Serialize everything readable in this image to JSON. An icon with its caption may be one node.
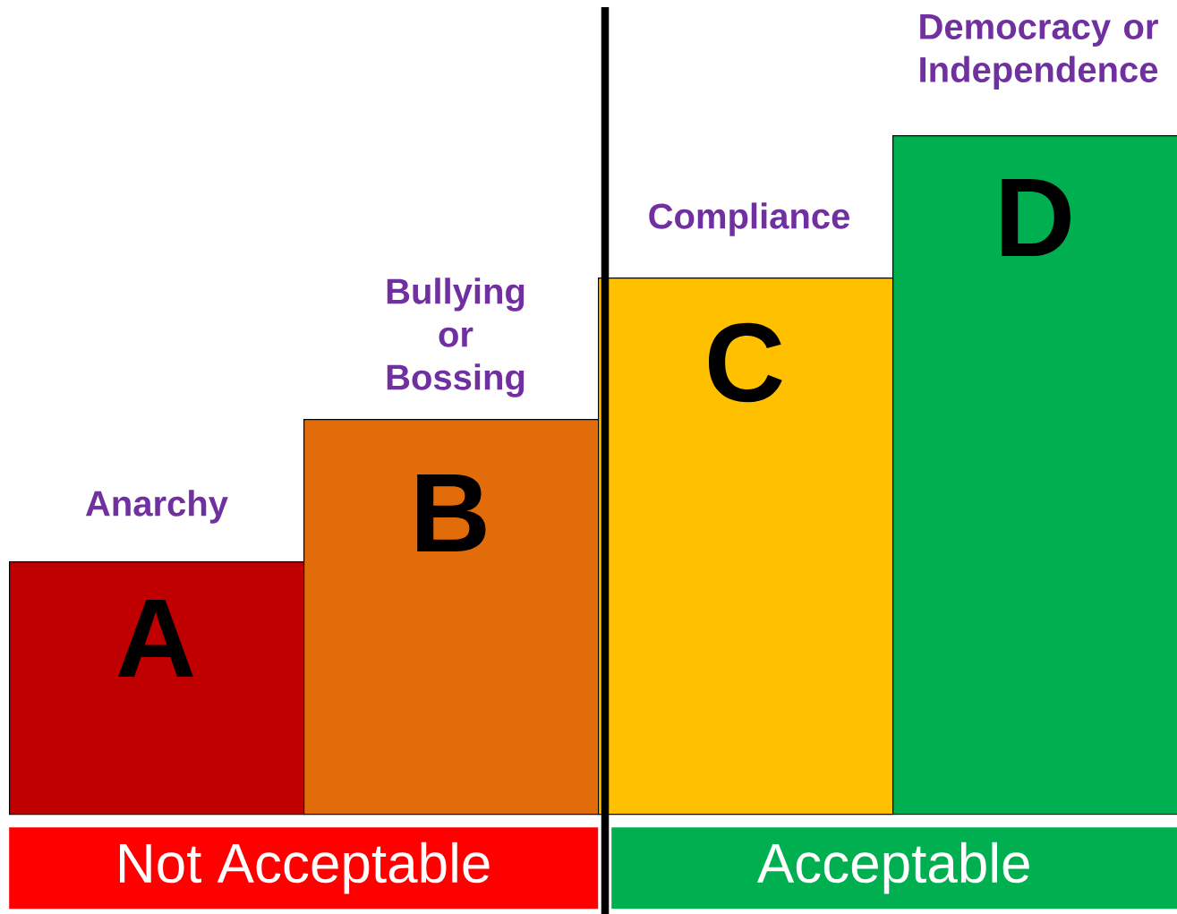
{
  "diagram": {
    "nodes": [
      {
        "text": [
          "Anarchy",
          "A"
        ]
      },
      {
        "text": [
          "Bullying or Bossing",
          "B"
        ]
      },
      {
        "text": [
          "Compliance",
          "C"
        ]
      },
      {
        "text": [
          "Democracy or Independence",
          "D"
        ]
      },
      {
        "text": [
          "Not Acceptable"
        ]
      },
      {
        "text": [
          "Acceptable"
        ]
      }
    ]
  }
}
